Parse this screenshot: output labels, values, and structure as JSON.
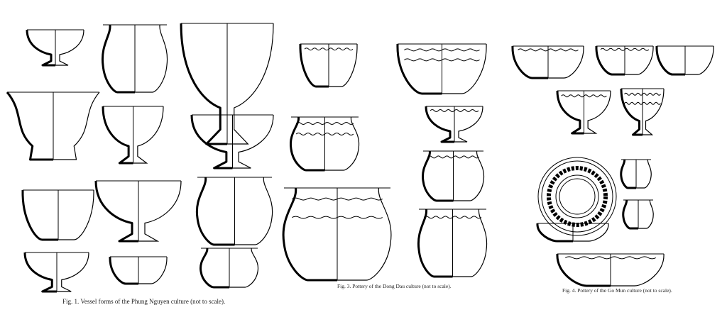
{
  "figures": [
    {
      "id": "fig1",
      "caption": "Fig. 1. Vessel forms of the Phung Nguyen culture (not to scale)."
    },
    {
      "id": "fig3",
      "caption": "Fig. 3. Pottery of the Dong Dau culture (not to scale)."
    },
    {
      "id": "fig4",
      "caption": "Fig. 4. Pottery of the Go Mun culture (not to scale)."
    }
  ]
}
